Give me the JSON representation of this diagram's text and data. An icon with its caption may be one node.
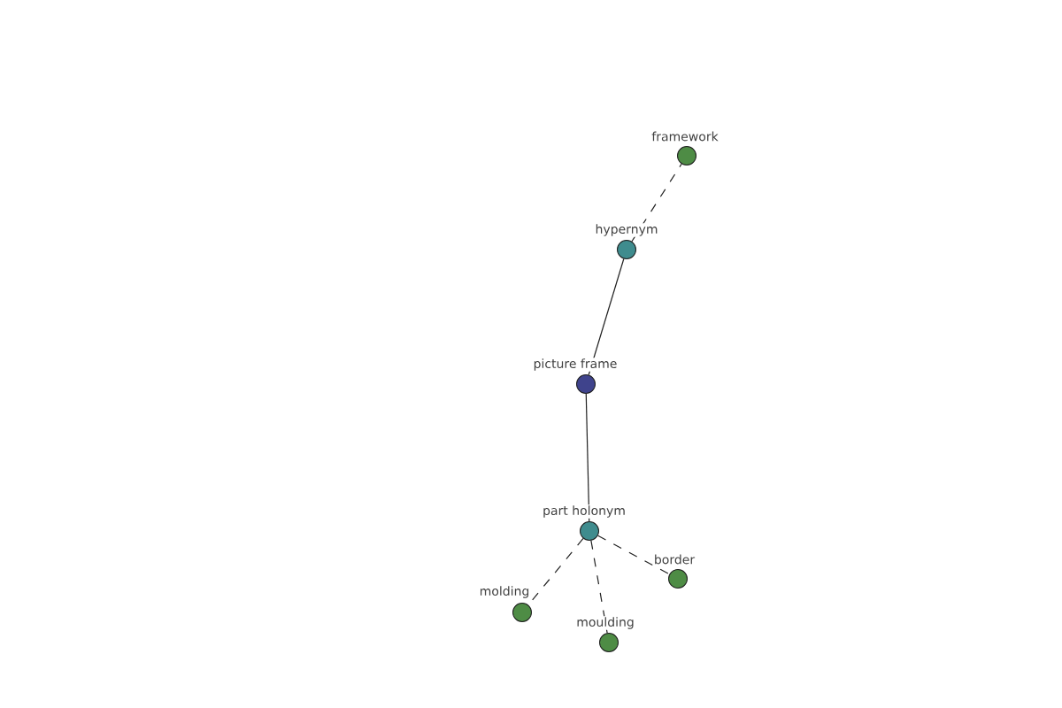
{
  "diagram": {
    "nodes": [
      {
        "text": [
          "framework"
        ]
      },
      {
        "text": [
          "hypernym"
        ]
      },
      {
        "text": [
          "picture frame"
        ]
      },
      {
        "text": [
          "part holonym"
        ]
      },
      {
        "text": [
          "border"
        ]
      },
      {
        "text": [
          "molding"
        ]
      },
      {
        "text": [
          "moulding"
        ]
      }
    ],
    "edges": [
      {
        "from": 1,
        "to": 0,
        "arrow": "none",
        "style": "dashed"
      },
      {
        "from": 2,
        "to": 1,
        "arrow": "none"
      },
      {
        "from": 2,
        "to": 3,
        "arrow": "none"
      },
      {
        "from": 3,
        "to": 4,
        "arrow": "none",
        "style": "dashed"
      },
      {
        "from": 3,
        "to": 5,
        "arrow": "none",
        "style": "dashed"
      },
      {
        "from": 3,
        "to": 6,
        "arrow": "none",
        "style": "dashed"
      }
    ]
  }
}
